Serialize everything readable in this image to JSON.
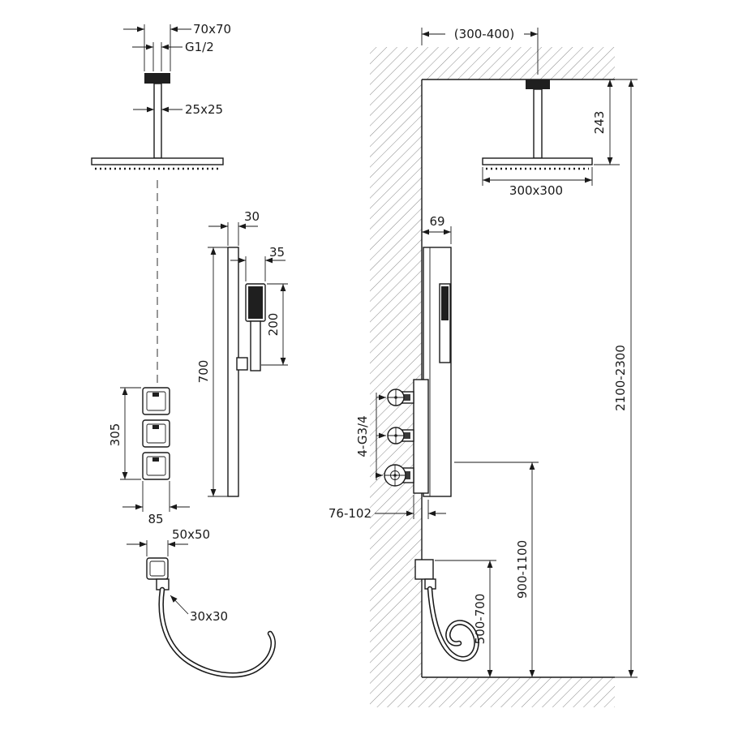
{
  "drawing": {
    "front_view": {
      "head_mount_size": "70x70",
      "thread_size": "G1/2",
      "arm_size": "25x25",
      "bar_width": "30",
      "hand_shower_width": "35",
      "hand_shower_length": "200",
      "bar_length": "700",
      "valve_height": "305",
      "valve_width": "85",
      "outlet_plate_size": "50x50",
      "outlet_connector_size": "30x30"
    },
    "section_view": {
      "arm_wall_offset": "(300-400)",
      "head_ceiling_drop": "243",
      "head_size": "300x300",
      "bar_wall_offset": "69",
      "connections_thread": "4-G3/4",
      "recess_depth": "76-102",
      "outlet_floor_height": "500-700",
      "valve_floor_height": "900-1100",
      "ceiling_floor_height": "2100-2300"
    }
  }
}
